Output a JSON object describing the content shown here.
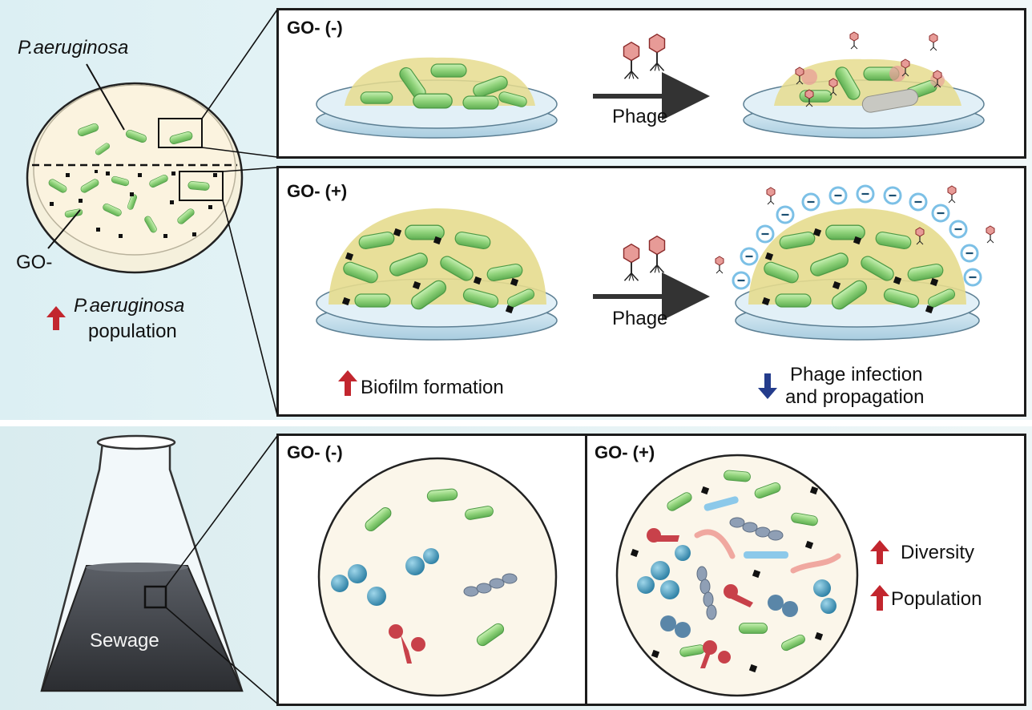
{
  "colors": {
    "bacteria_green": "#8fd27a",
    "biofilm_yellow": "#e6dc8e",
    "plate_blue": "#c9e3ef",
    "arrow_up_red": "#c2262e",
    "arrow_down_blue": "#243c8c",
    "phage_red": "#c0504d",
    "negative_charge_blue": "#8cc9ea",
    "sewage_dark": "#3a3d42"
  },
  "left_top": {
    "species": "P.aeruginosa",
    "go_label": "GO-",
    "population_species": "P.aeruginosa",
    "population_word": "population"
  },
  "panel_go_neg_top": {
    "title": "GO- (-)",
    "arrow_label": "Phage"
  },
  "panel_go_pos_top": {
    "title": "GO- (+)",
    "arrow_label": "Phage",
    "biofilm_label": "Biofilm formation",
    "phage_label_line1": "Phage infection",
    "phage_label_line2": "and propagation"
  },
  "left_bottom": {
    "flask_label": "Sewage"
  },
  "panel_go_neg_bottom": {
    "title": "GO- (-)"
  },
  "panel_go_pos_bottom": {
    "title": "GO- (+)",
    "diversity_label": "Diversity",
    "population_label": "Population"
  }
}
